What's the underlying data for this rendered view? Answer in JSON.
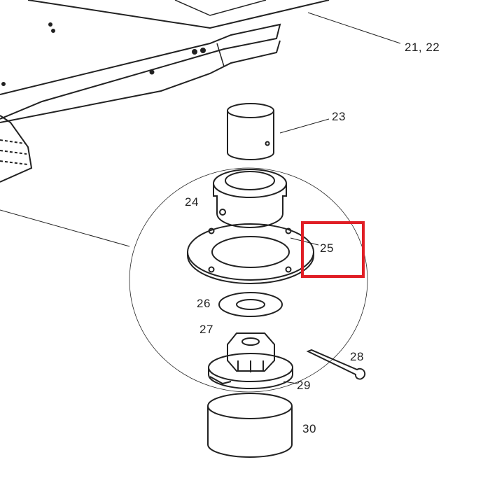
{
  "labels": {
    "p21_22": "21, 22",
    "p23": "23",
    "p24": "24",
    "p25": "25",
    "p26": "26",
    "p27": "27",
    "p28": "28",
    "p29": "29",
    "p30": "30"
  },
  "highlight": {
    "part": "25",
    "color": "#e01e25"
  }
}
